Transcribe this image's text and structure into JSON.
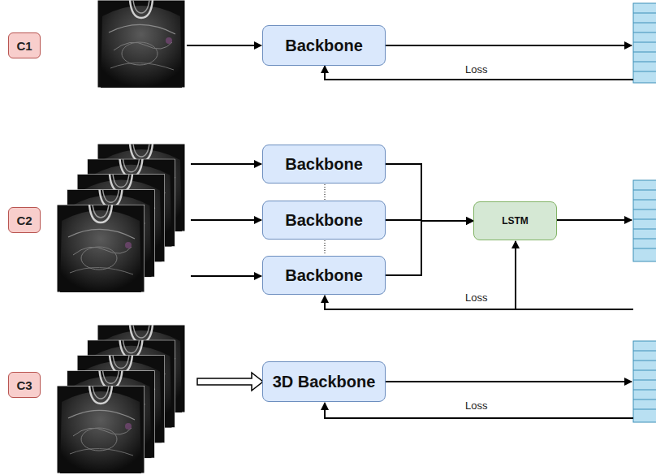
{
  "diagram": {
    "nodes": [
      {
        "text": [
          "C1"
        ]
      },
      {
        "text": [
          "Backbone"
        ]
      },
      {
        "text": [
          "C2"
        ]
      },
      {
        "text": [
          "Backbone"
        ]
      },
      {
        "text": [
          "Backbone"
        ]
      },
      {
        "text": [
          "Backbone"
        ]
      },
      {
        "text": [
          "LSTM"
        ]
      },
      {
        "text": [
          "C3"
        ]
      },
      {
        "text": [
          "3D Backbone"
        ]
      }
    ],
    "edges": [
      {
        "from": 3,
        "to": 6,
        "arrow": "to"
      },
      {
        "from": 4,
        "to": 6,
        "arrow": "to"
      },
      {
        "from": 5,
        "to": 6,
        "arrow": "to"
      }
    ],
    "labels": [
      "Loss",
      "Loss",
      "Loss"
    ]
  }
}
